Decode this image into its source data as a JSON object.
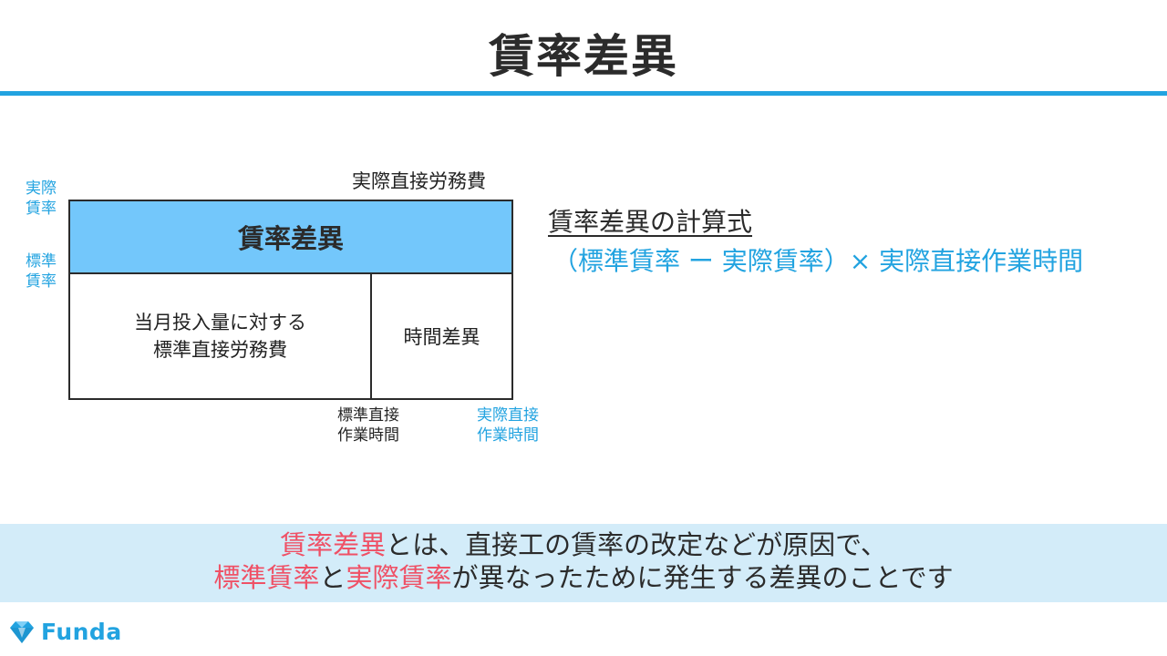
{
  "title": "賃率差異",
  "diagram": {
    "top_caption": "実際直接労務費",
    "side_actual": [
      "実際",
      "賃率"
    ],
    "side_standard": [
      "標準",
      "賃率"
    ],
    "rate_variance_box": "賃率差異",
    "standard_cost_box": [
      "当月投入量に対する",
      "標準直接労務費"
    ],
    "time_variance_box": "時間差異",
    "bottom_standard": [
      "標準直接",
      "作業時間"
    ],
    "bottom_actual": [
      "実際直接",
      "作業時間"
    ]
  },
  "formula": {
    "heading": "賃率差異の計算式",
    "expression": "（標準賃率 ー 実際賃率）× 実際直接作業時間"
  },
  "banner": {
    "line1_highlight": "賃率差異",
    "line1_rest": "とは、直接工の賃率の改定などが原因で、",
    "line2_highlight1": "標準賃率",
    "line2_mid": "と",
    "line2_highlight2": "実際賃率",
    "line2_rest": "が異なったために発生する差異のことです"
  },
  "logo": {
    "icon": "diamond-logo-icon",
    "text": "Funda"
  },
  "colors": {
    "accent": "#22a3e0",
    "box_fill": "#73c7fb",
    "highlight": "#ef5166",
    "banner_bg": "#d3ecf9"
  }
}
